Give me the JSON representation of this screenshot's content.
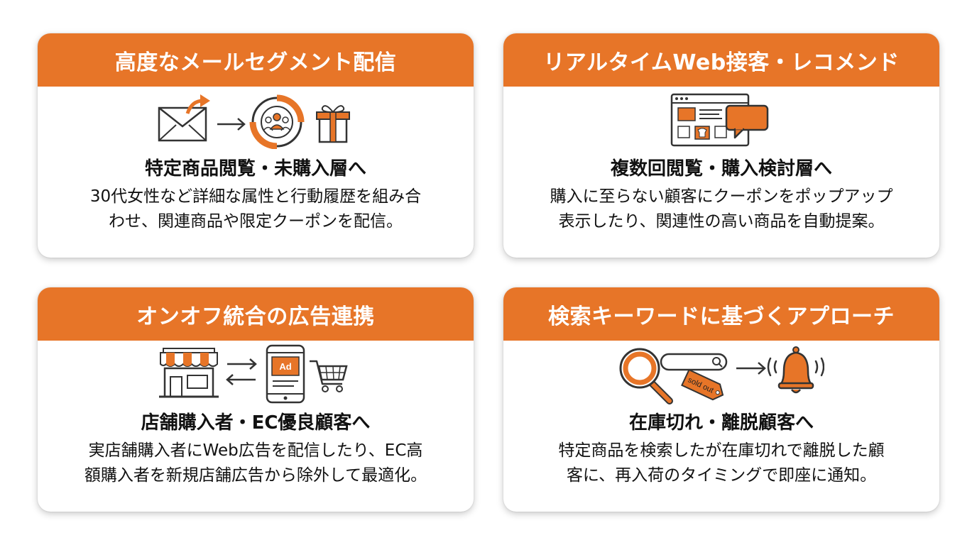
{
  "colors": {
    "accent": "#e77528",
    "icon_stroke": "#333333",
    "text": "#111111"
  },
  "cards": [
    {
      "title": "高度なメールセグメント配信",
      "subtitle": "特定商品閲覧・未購入層へ",
      "desc_line1": "30代女性など詳細な属性と行動履歴を組み合",
      "desc_line2": "わせ、関連商品や限定クーポンを配信。",
      "icons": [
        "envelope-icon",
        "arrow-right-icon",
        "audience-target-icon",
        "gift-icon"
      ]
    },
    {
      "title": "リアルタイムWeb接客・レコメンド",
      "subtitle": "複数回閲覧・購入検討層へ",
      "desc_line1": "購入に至らない顧客にクーポンをポップアップ",
      "desc_line2": "表示したり、関連性の高い商品を自動提案。",
      "icons": [
        "browser-window-icon",
        "chat-bubble-icon"
      ]
    },
    {
      "title": "オンオフ統合の広告連携",
      "subtitle": "店舗購入者・EC優良顧客へ",
      "desc_line1": "実店舗購入者にWeb広告を配信したり、EC高",
      "desc_line2": "額購入者を新規店舗広告から除外して最適化。",
      "ad_label": "Ad",
      "icons": [
        "store-icon",
        "exchange-arrows-icon",
        "smartphone-ad-icon",
        "shopping-cart-icon"
      ]
    },
    {
      "title": "検索キーワードに基づくアプローチ",
      "subtitle": "在庫切れ・離脱顧客へ",
      "desc_line1": "特定商品を検索したが在庫切れで離脱した顧",
      "desc_line2": "客に、再入荷のタイミングで即座に通知。",
      "tag_label": "sold out",
      "icons": [
        "magnifier-icon",
        "search-bar-icon",
        "sold-out-tag-icon",
        "arrow-right-icon",
        "bell-icon"
      ]
    }
  ]
}
